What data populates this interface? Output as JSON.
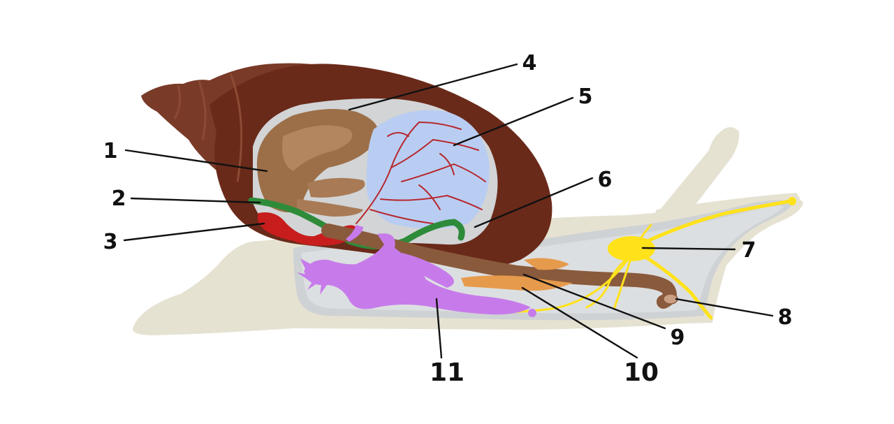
{
  "labels": {
    "l1": "1",
    "l2": "2",
    "l3": "3",
    "l4": "4",
    "l5": "5",
    "l6": "6",
    "l7": "7",
    "l8": "8",
    "l9": "9",
    "l10": "10",
    "l11": "11"
  },
  "colors": {
    "shell": "#6a2a1a",
    "body": "#e6e2d2",
    "mantle_cavity": "#d9dcde",
    "lung": "#b9cdf2",
    "blood_vessels": "#b7282e",
    "heart": "#c81d1d",
    "kidney_vessel": "#2e8b3a",
    "digestive_gland": "#9c6f48",
    "intestine": "#8a5a3c",
    "salivary_gland": "#e69a4c",
    "nerve_ganglion": "#ffe21a",
    "reproductive_system": "#c77bea"
  }
}
